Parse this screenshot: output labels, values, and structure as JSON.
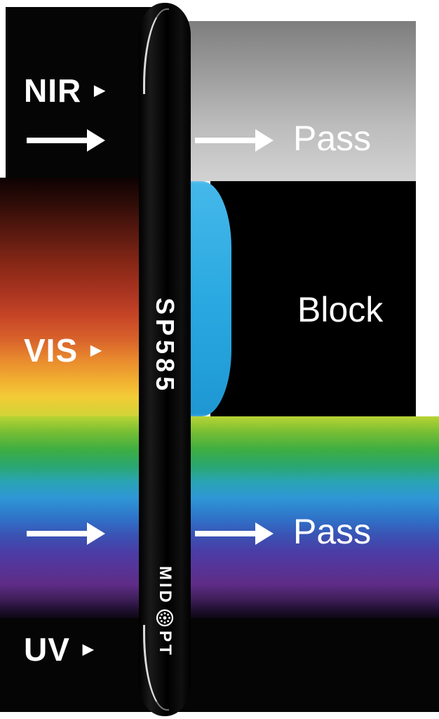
{
  "illustration": {
    "type": "optical-filter-transmission-diagram"
  },
  "filter": {
    "model": "SP585",
    "brand_pre": "MID",
    "brand_post": "PT"
  },
  "beams": {
    "nir_label": "NIR",
    "vis_label": "VIS",
    "uv_label": "UV",
    "pointer": "▶"
  },
  "results": {
    "nir": "Pass",
    "vis": "Block",
    "uv": "Pass"
  },
  "colors": {
    "background": "#ffffff",
    "ring": "#050505",
    "filter_glass": "#2aa9e1",
    "nir_beam": "#050505",
    "uv_beam": "#050505",
    "pass_nir_band_top": "#7e7e7e",
    "pass_nir_band_bottom": "#d2d2d2",
    "text": "#ffffff"
  }
}
